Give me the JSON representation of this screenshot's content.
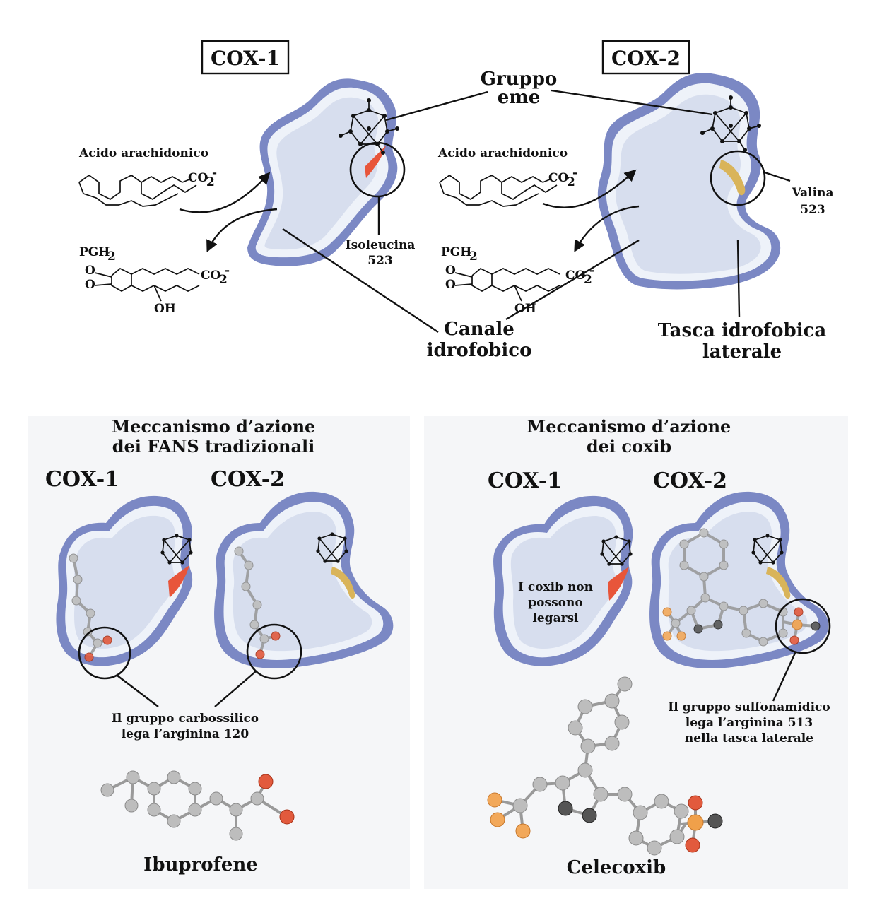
{
  "top": {
    "cox1_label": "COX-1",
    "cox2_label": "COX-2",
    "heme_label_line1": "Gruppo",
    "heme_label_line2": "eme",
    "arachidonic_left": "Acido arachidonico",
    "arachidonic_right": "Acido arachidonico",
    "co2_left": "CO",
    "co2_right": "CO",
    "pgh2_left": "PGH",
    "pgh2_right": "PGH",
    "pgh2_co2_left": "CO",
    "pgh2_co2_right": "CO",
    "oh_left": "OH",
    "oh_right": "OH",
    "subscript_2": "2",
    "minus": "-",
    "isoleucine_line1": "Isoleucina",
    "isoleucine_line2": "523",
    "valine_line1": "Valina",
    "valine_line2": "523",
    "channel_line1": "Canale",
    "channel_line2": "idrofobico",
    "pocket_line1": "Tasca idrofobica",
    "pocket_line2": "laterale"
  },
  "bottom_left": {
    "title_line1": "Meccanismo d’azione",
    "title_line2": "dei FANS tradizionali",
    "cox1_label": "COX-1",
    "cox2_label": "COX-2",
    "note_line1": "Il gruppo carbossilico",
    "note_line2": "lega l’arginina 120",
    "drug_name": "Ibuprofene"
  },
  "bottom_right": {
    "title_line1": "Meccanismo d’azione",
    "title_line2": "dei coxib",
    "cox1_label": "COX-1",
    "cox2_label": "COX-2",
    "blocked_line1": "I coxib non",
    "blocked_line2": "possono",
    "blocked_line3": "legarsi",
    "note_line1": "Il gruppo sulfonamidico",
    "note_line2": "lega l’arginina 513",
    "note_line3": "nella tasca laterale",
    "drug_name": "Celecoxib"
  },
  "colors": {
    "enzyme_border": "#7b88c4",
    "enzyme_fill": "#d7deee",
    "isoleucine": "#e8553a",
    "valine": "#d9b45a",
    "oxygen": "#e25a3d",
    "fluorine": "#f2a85a",
    "nitrogen": "#555555",
    "carbon": "#bdbdbd"
  },
  "icons": [
    "heme-group-icon",
    "arrow-icon",
    "molecule-icon"
  ]
}
